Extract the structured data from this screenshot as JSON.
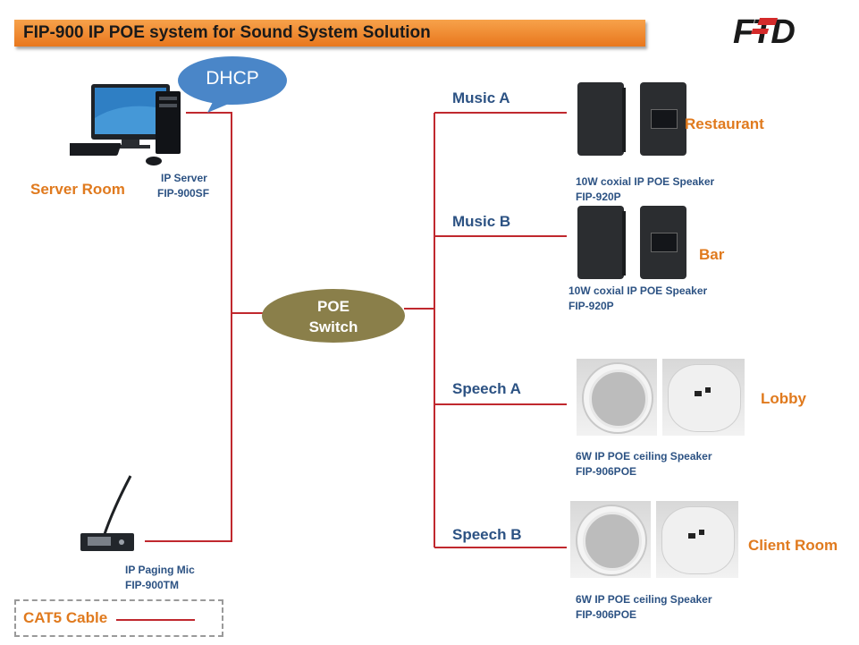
{
  "title": "FIP-900 IP POE system for  Sound System Solution",
  "logo_text": "FTD",
  "server": {
    "bubble": "DHCP",
    "room": "Server Room",
    "name": "IP Server",
    "model": "FIP-900SF"
  },
  "switch": {
    "line1": "POE",
    "line2": "Switch"
  },
  "mic": {
    "name": "IP Paging Mic",
    "model": "FIP-900TM"
  },
  "zones": [
    {
      "zone": "Music A",
      "location": "Restaurant",
      "desc": "10W coxial  IP  POE  Speaker",
      "model": "FIP-920P"
    },
    {
      "zone": "Music B",
      "location": "Bar",
      "desc": "10W coxial  IP  POE  Speaker",
      "model": "FIP-920P"
    },
    {
      "zone": "Speech A",
      "location": "Lobby",
      "desc": "6W  IP  POE   ceiling  Speaker",
      "model": "FIP-906POE"
    },
    {
      "zone": "Speech B",
      "location": "Client Room",
      "desc": "6W  IP  POE   ceiling  Speaker",
      "model": "FIP-906POE"
    }
  ],
  "legend": {
    "label": "CAT5 Cable"
  },
  "colors": {
    "wire": "#c0282e",
    "accent_orange": "#e07a1e",
    "text_blue": "#2c5283",
    "switch_fill": "#8a7f4a",
    "bubble_fill": "#4a86c8"
  }
}
